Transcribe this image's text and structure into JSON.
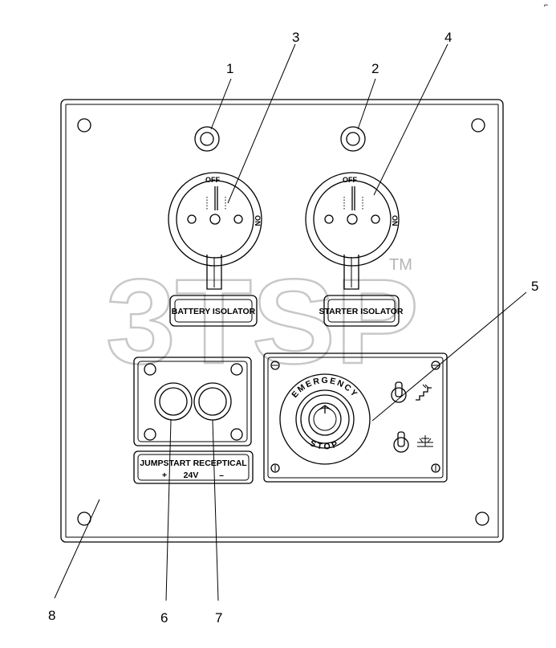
{
  "callouts": [
    "1",
    "2",
    "3",
    "4",
    "5",
    "6",
    "7",
    "8"
  ],
  "switch_labels": {
    "off": "OFF",
    "on": "ON"
  },
  "plates": {
    "battery": "BATTERY ISOLATOR",
    "starter": "STARTER ISOLATOR",
    "jumpstart_title": "JUMPSTART RECEPTICAL",
    "jumpstart_plus": "+",
    "jumpstart_voltage": "24V",
    "jumpstart_minus": "–"
  },
  "emergency": {
    "top": "EMERGENCY",
    "bottom": "STOP"
  },
  "watermark": {
    "text": "3TSP",
    "tm": "TM"
  },
  "corner_mark": "⌐"
}
